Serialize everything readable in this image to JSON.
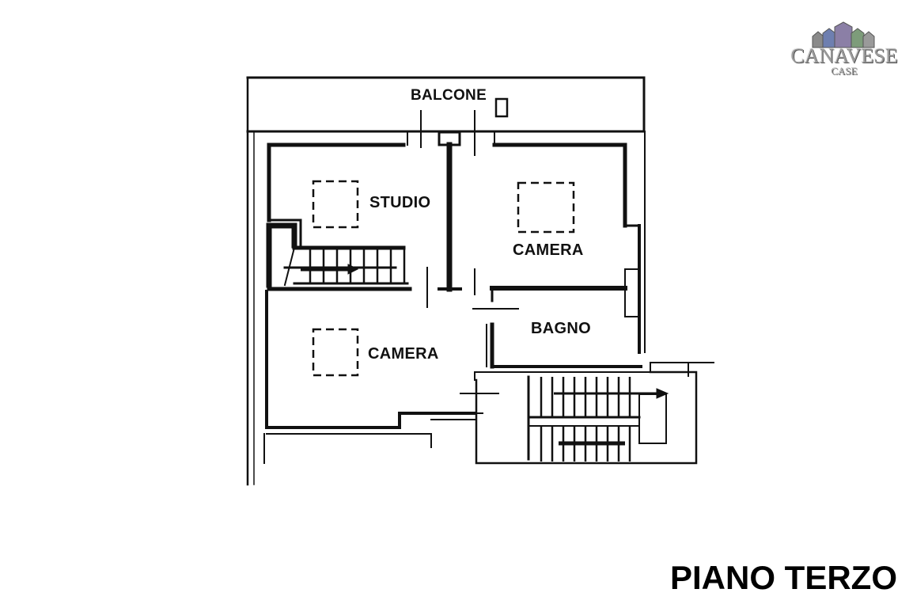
{
  "logo": {
    "name": "CANAVESE",
    "subtitle": "CASE",
    "house_colors": [
      "#8a8a8a",
      "#6e7fb0",
      "#8b7fa6",
      "#7d9c7a",
      "#9a9a9a"
    ]
  },
  "rooms": {
    "balcone": "BALCONE",
    "studio": "STUDIO",
    "camera_right": "CAMERA",
    "bagno": "BAGNO",
    "camera_left": "CAMERA"
  },
  "floor_title": "PIANO TERZO",
  "colors": {
    "wall": "#111111",
    "background": "#ffffff"
  }
}
